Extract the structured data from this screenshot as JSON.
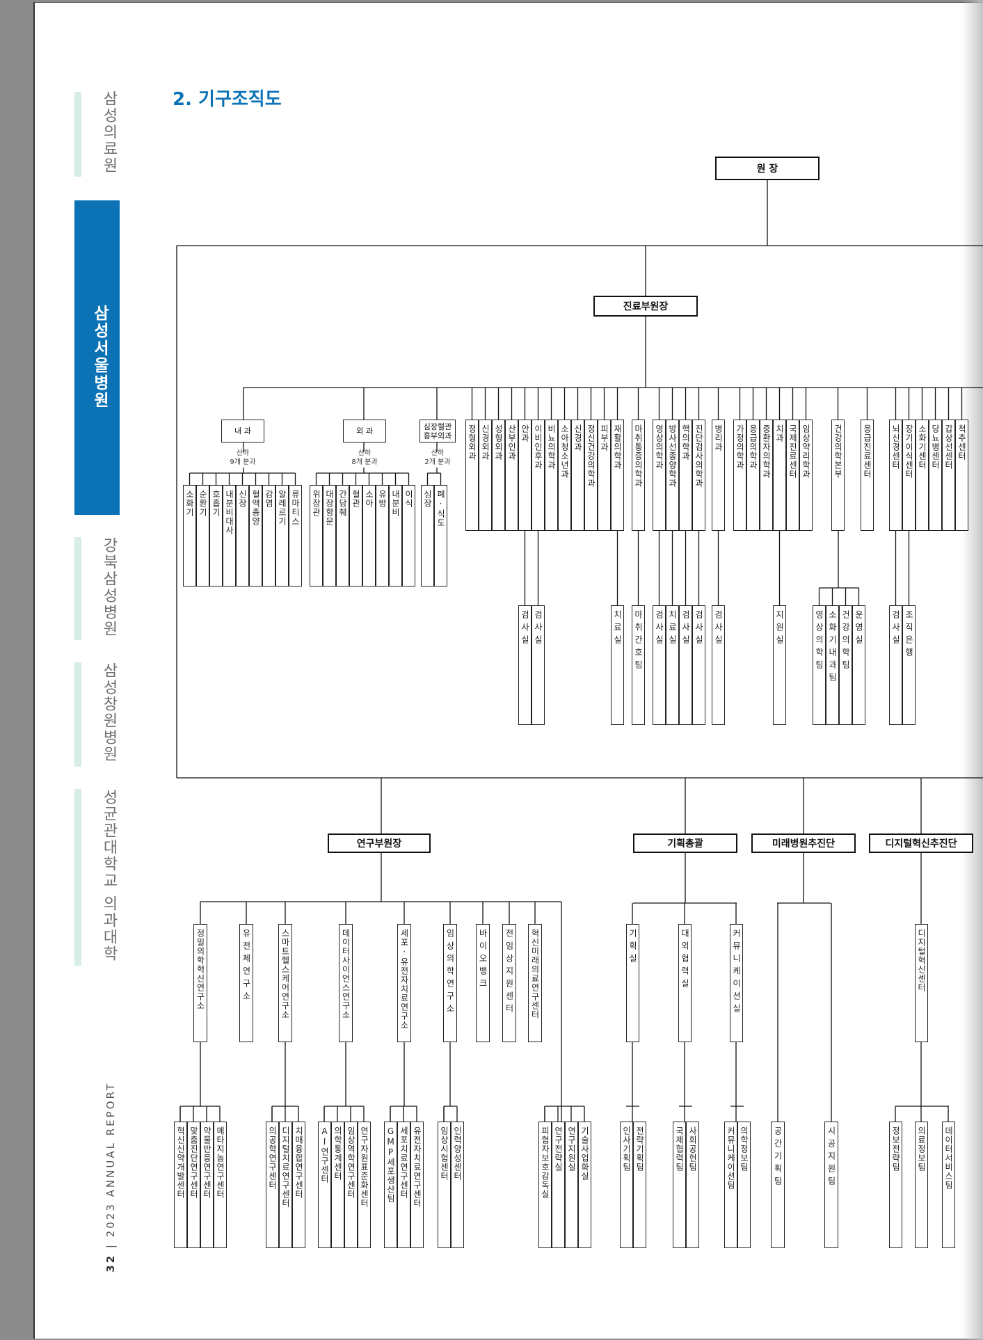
{
  "sidebar": {
    "items": [
      {
        "label": "삼성의료원",
        "active": false
      },
      {
        "label": "삼성서울병원",
        "active": true
      },
      {
        "label": "강북삼성병원",
        "active": false
      },
      {
        "label": "삼성창원병원",
        "active": false
      },
      {
        "label": "성균관대학교 의과대학",
        "active": false
      }
    ]
  },
  "section_title": "2. 기구조직도",
  "footer": {
    "page": "32",
    "separator": "|",
    "report": "2023 ANNUAL REPORT"
  },
  "colors": {
    "accent": "#0b73b5",
    "side_bar": "#d7ede6",
    "line": "#111111"
  },
  "org": {
    "director": "원 장",
    "clinical_vp": "진료부원장",
    "dept_groups": [
      {
        "name": "내 과",
        "note": "산하\n9개 분과",
        "subs": [
          "소화기",
          "순환기",
          "호흡기",
          "내분비대사",
          "신장",
          "혈액종양",
          "감염",
          "알레르기",
          "류마티스"
        ]
      },
      {
        "name": "외 과",
        "note": "산하\n8개 분과",
        "subs": [
          "위장관",
          "대장항문",
          "간담췌",
          "혈관",
          "소아",
          "유방",
          "내분비",
          "이식"
        ]
      },
      {
        "name": "심장혈관\n흉부외과",
        "note": "산하\n2개 분과",
        "subs": [
          "심장",
          "폐·식도"
        ]
      }
    ],
    "clinical_depts": [
      [
        "정형외과",
        "신경외과",
        "성형외과",
        "산부인과",
        "안과",
        "이비인후과",
        "비뇨의학과",
        "소아청소년과",
        "신경과",
        "정신건강의학과",
        "피부과",
        "재활의학과"
      ],
      [
        "마취통증의학과"
      ],
      [
        "영상의학과",
        "방사선종양학과",
        "핵의학과",
        "진단검사의학과"
      ],
      [
        "병리과"
      ],
      [
        "가정의학과",
        "응급의학과",
        "중환자의학과",
        "치과",
        "국제진료센터",
        "임상약리학과"
      ],
      [
        "건강의학본부"
      ],
      [
        "응급진료센터"
      ],
      [
        "뇌신경센터",
        "장기이식센터",
        "소화기센터",
        "당뇨병센터",
        "갑상선센터",
        "척추센터"
      ]
    ],
    "clinical_units": [
      [
        "검사실",
        "검사실"
      ],
      [
        "치료실"
      ],
      [
        "마취간호팀"
      ],
      [
        "검사실",
        "치료실",
        "검사실",
        "검사실"
      ],
      [
        "검사실"
      ],
      [
        "지원실"
      ],
      [
        "영상의학팀",
        "소화기내과팀",
        "건강의학팀",
        "운영실"
      ],
      [
        "검사실",
        "조직은행"
      ]
    ],
    "research_vp": "연구부원장",
    "planning": "기획총괄",
    "future": "미래병원추진단",
    "digital": "디지털혁신추진단",
    "research_centers": [
      "정밀의학혁신연구소",
      "유전체연구소",
      "스마트헬스케어연구소",
      "데이터사이언스연구소",
      "세포·유전자치료연구소",
      "임상의학연구소",
      "바이오뱅크",
      "전임상지원센터",
      "혁신미래의료연구센터"
    ],
    "planning_units": [
      "기획실",
      "대외협력실",
      "커뮤니케이션실"
    ],
    "digital_units": [
      "디지털혁신센터"
    ],
    "research_subs": [
      [
        "혁신신약개발센터",
        "맞춤진단연구센터",
        "약물반응연구센터",
        "메타지놈연구센터"
      ],
      [
        "의공학연구센터",
        "디지털치료연구센터",
        "치매융합연구센터"
      ],
      [
        "AI연구센터",
        "의학통계센터",
        "임상역학연구센터",
        "연구자원표준화센터"
      ],
      [
        "GMP세포생산팀",
        "세포치료연구센터",
        "유전자치료연구센터"
      ],
      [
        "임상시험센터",
        "인력양성센터"
      ],
      [
        "피험자보호감독실",
        "연구전략실",
        "연구지원실",
        "기술사업화실"
      ]
    ],
    "planning_subs": [
      [
        "인사기획팀",
        "전략기획팀"
      ],
      [
        "국제협력팀",
        "사회공헌팀"
      ],
      [
        "커뮤니케이션팀",
        "의학정보팀"
      ]
    ],
    "future_subs": [
      "공간기획팀",
      "시공지원팀"
    ],
    "digital_subs": [
      "정보전략팀",
      "의료정보팀",
      "데이터서비스팀"
    ]
  }
}
